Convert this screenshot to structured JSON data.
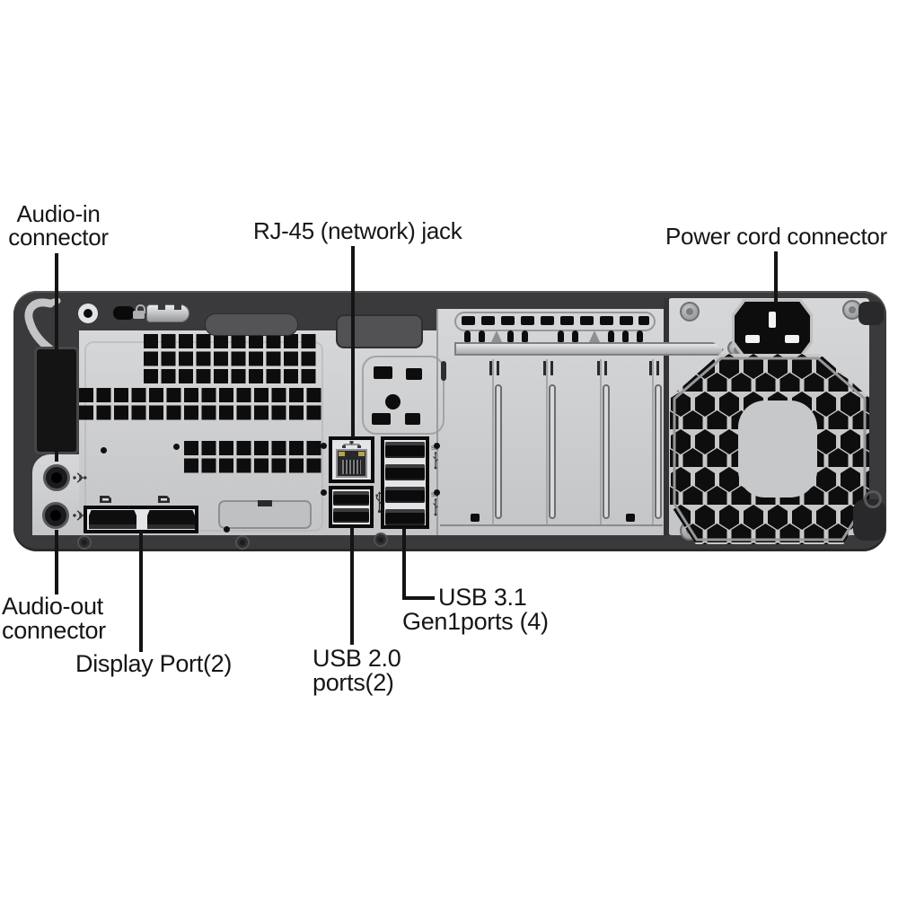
{
  "figure": {
    "title_hidden": "",
    "type": "pc-rear-panel-port-diagram",
    "colors": {
      "background": "#ffffff",
      "chassis": "#3a3a3c",
      "panel_silver": "#c9cacc",
      "port_black": "#0d0d0d",
      "label_text": "#161616",
      "leader_line": "#141414"
    },
    "labels": {
      "audio_in": {
        "line1": "Audio-in",
        "line2": "connector"
      },
      "rj45": {
        "text": "RJ-45 (network) jack"
      },
      "power": {
        "text": "Power cord connector"
      },
      "audio_out": {
        "line1": "Audio-out",
        "line2": "connector"
      },
      "display_port": {
        "text": "Display Port(2)"
      },
      "usb2": {
        "line1": "USB 2.0",
        "line2": "ports(2)"
      },
      "usb31": {
        "line1": "USB 3.1",
        "line2": "Gen1ports (4)"
      }
    },
    "icons": {
      "padlock": "lock shape",
      "audio_jack": "speaker-waves-arrow glyph",
      "network": "rj45 node tree glyph",
      "usb": "usb trident glyph",
      "usb_superspeed": "SS usb trident glyph",
      "displayport": "dp plug glyph"
    }
  }
}
